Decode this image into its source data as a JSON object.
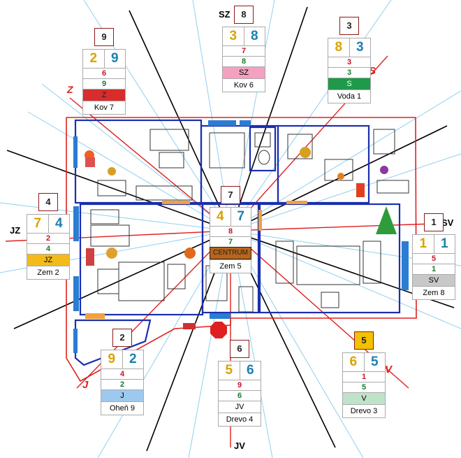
{
  "directions": {
    "sz": "SZ",
    "s": "S",
    "z": "Z",
    "jz": "JZ",
    "sv": "SV",
    "j": "J",
    "v": "V",
    "jv": "JV"
  },
  "cards": {
    "sz": {
      "num": "8",
      "left": "3",
      "right": "8",
      "mid_red": "7",
      "mid_green": "8",
      "label": "SZ",
      "label_color": "#f4a0c0",
      "element": "Kov 6"
    },
    "s": {
      "num": "3",
      "left": "8",
      "right": "3",
      "mid_red": "3",
      "mid_green": "3",
      "label": "S",
      "label_color": "#1f9a4a",
      "element": "Voda 1"
    },
    "z": {
      "num": "9",
      "left": "2",
      "right": "9",
      "mid_red": "6",
      "mid_green": "9",
      "label": "Z",
      "label_color": "#d92c2c",
      "element": "Kov 7"
    },
    "jz": {
      "num": "4",
      "left": "7",
      "right": "4",
      "mid_red": "2",
      "mid_green": "4",
      "label": "JZ",
      "label_color": "#f2bb1a",
      "element": "Zem 2"
    },
    "center": {
      "num": "7",
      "left": "4",
      "right": "7",
      "mid_red": "8",
      "mid_green": "7",
      "label": "CENTRUM",
      "label_color": "#b8641a",
      "element": "Zem 5"
    },
    "sv": {
      "num": "1",
      "left": "1",
      "right": "1",
      "mid_red": "5",
      "mid_green": "1",
      "label": "SV",
      "label_color": "#c8c8c8",
      "element": "Zem 8"
    },
    "j": {
      "num": "2",
      "left": "9",
      "right": "2",
      "mid_red": "4",
      "mid_green": "2",
      "label": "J",
      "label_color": "#9ec9ee",
      "element": "Oheň 9"
    },
    "jv": {
      "num": "6",
      "left": "5",
      "right": "6",
      "mid_red": "9",
      "mid_green": "6",
      "label": "JV",
      "label_color": "#ffffff",
      "element": "Drevo 4"
    },
    "v": {
      "num": "5",
      "left": "6",
      "right": "5",
      "mid_red": "1",
      "mid_green": "5",
      "label": "V",
      "label_color": "#bfe3c8",
      "element": "Drevo 3",
      "num_color": "#f2c200"
    }
  }
}
